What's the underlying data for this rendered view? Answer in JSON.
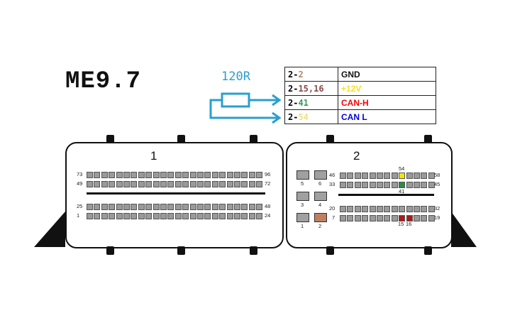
{
  "title": "ME9.7",
  "resistor_label": "120R",
  "pinout": [
    {
      "prefix": "2-",
      "pin": "2",
      "pin_color": "#b08a6a",
      "function": "GND",
      "function_color": "#111111"
    },
    {
      "prefix": "2-",
      "pin": "15,16",
      "pin_color": "#8a4a4a",
      "function": "+12V",
      "function_color": "#f5e020"
    },
    {
      "prefix": "2-",
      "pin": "41",
      "pin_color": "#3a9a5a",
      "function": "CAN-H",
      "function_color": "#ff0000"
    },
    {
      "prefix": "2-",
      "pin": "54",
      "pin_color": "#f0e080",
      "function": "CAN L",
      "function_color": "#0000ee"
    }
  ],
  "connector1": {
    "label": "1",
    "row_labels": {
      "r1": [
        "73",
        "96"
      ],
      "r2": [
        "49",
        "72"
      ],
      "r3": [
        "25",
        "48"
      ],
      "r4": [
        "1",
        "24"
      ]
    },
    "pins_per_row": 24
  },
  "connector2": {
    "label": "2",
    "row_labels": {
      "r1": [
        "46",
        "58"
      ],
      "r2": [
        "33",
        "45"
      ],
      "r3": [
        "20",
        "32"
      ],
      "r4": [
        "7",
        "19"
      ]
    },
    "pins_per_row": 13,
    "highlight": {
      "p54": "54",
      "p41": "41",
      "p15": "15",
      "p16": "16"
    },
    "big_pins": [
      "5",
      "6",
      "3",
      "4",
      "1",
      "2"
    ]
  },
  "colors": {
    "yellow": "#f2e600",
    "green": "#2e8b45",
    "red": "#b01818",
    "brown": "#c08060",
    "wire": "#2a9fd0"
  }
}
